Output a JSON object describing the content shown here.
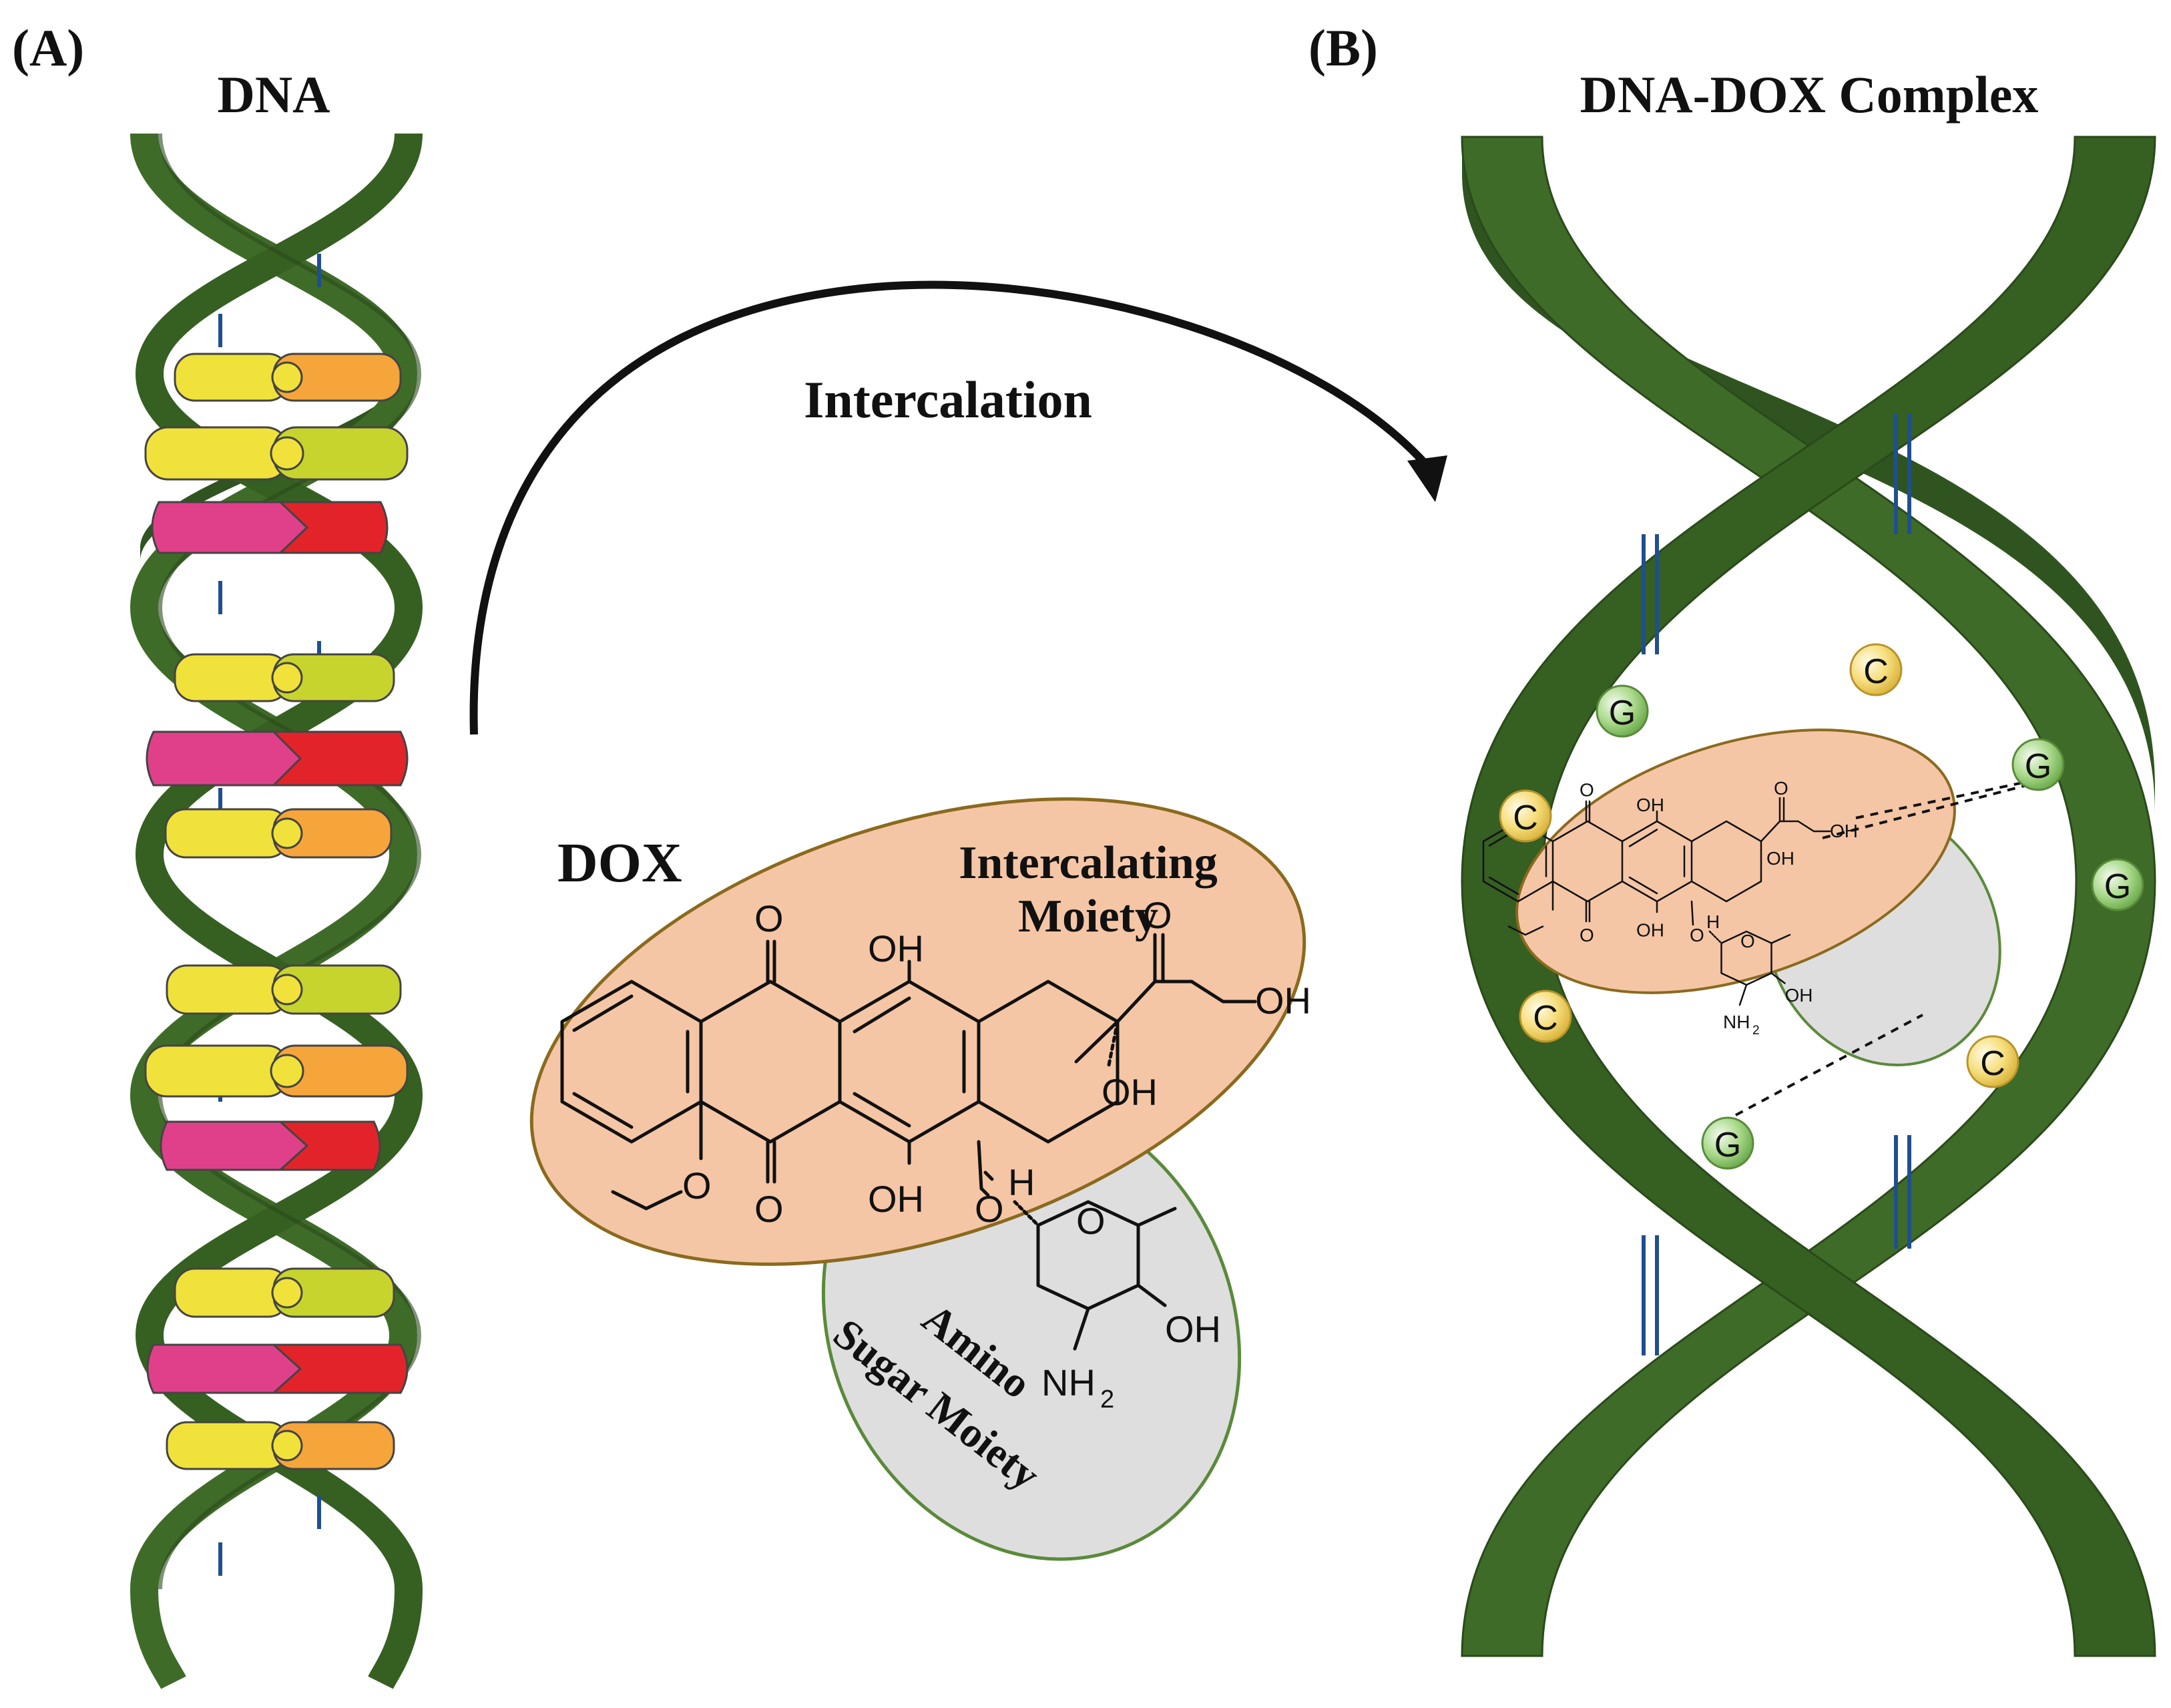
{
  "panels": {
    "a": {
      "tag": "(A)",
      "title": "DNA"
    },
    "b": {
      "tag": "(B)",
      "title": "DNA-DOX Complex"
    }
  },
  "arrow": {
    "label": "Intercalation"
  },
  "dox": {
    "name": "DOX",
    "intercalating_label": [
      "Intercalating",
      "Moiety"
    ],
    "sugar_label": [
      "Amino",
      "Sugar Moiety"
    ],
    "atoms": {
      "oh": "OH",
      "h": "H",
      "o": "O",
      "nh": "NH",
      "sub2": "2"
    }
  },
  "bases": {
    "guanine": "G",
    "cytosine": "C"
  },
  "colors": {
    "strand": "#3f6b28",
    "strand_dark": "#2f5420",
    "intercalating": "#f5c6a5",
    "sugar": "#dedede",
    "yellow": "#f0e23a",
    "orange": "#f6a53a",
    "lime": "#c8d42e",
    "pink": "#e0408a",
    "red": "#e2242a",
    "g_base": "#a8d88a",
    "c_base": "#f4dd7a"
  }
}
